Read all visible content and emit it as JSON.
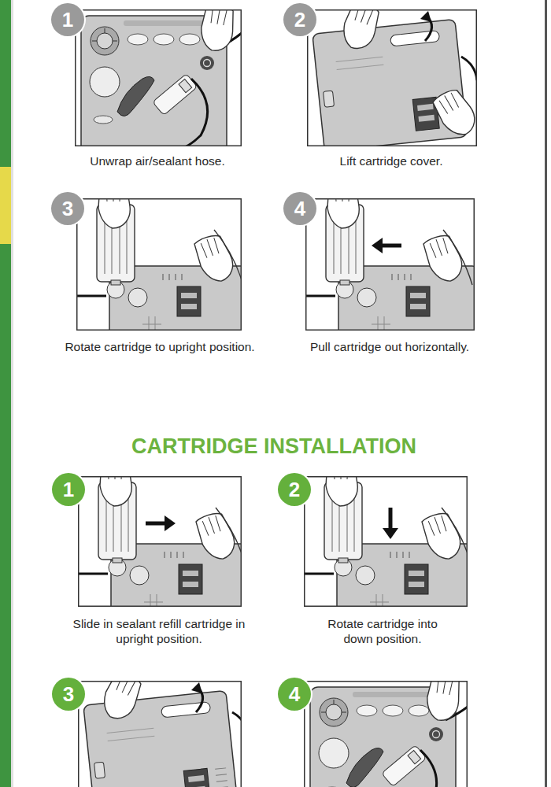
{
  "diagram": {
    "title": "CARTRIDGE INSTALLATION",
    "nodes": [
      {
        "text": [
          "1"
        ]
      },
      {
        "text": [
          "2"
        ]
      },
      {
        "text": [
          "3"
        ]
      },
      {
        "text": [
          "4"
        ]
      },
      {
        "text": [
          "1"
        ]
      },
      {
        "text": [
          "2"
        ]
      },
      {
        "text": [
          "3"
        ]
      },
      {
        "text": [
          "4"
        ]
      }
    ],
    "labels": [
      "Unwrap air/sealant hose.",
      "Lift cartridge cover.",
      "Rotate cartridge to upright position.",
      "Pull cartridge out horizontally.",
      "Slide in sealant refill cartridge in upright position.",
      "Rotate cartridge into down position."
    ]
  }
}
